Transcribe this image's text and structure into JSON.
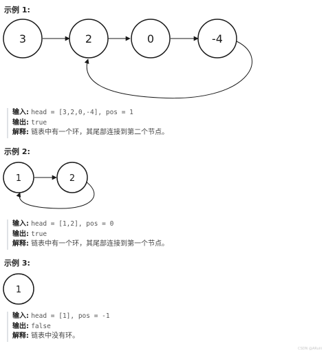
{
  "examples": [
    {
      "title": "示例 1:",
      "nodes": [
        "3",
        "2",
        "0",
        "-4"
      ],
      "input_label": "输入:",
      "input_value": "head = [3,2,0,-4], pos = 1",
      "output_label": "输出:",
      "output_value": "true",
      "explain_label": "解释:",
      "explain_value": "链表中有一个环，其尾部连接到第二个节点。"
    },
    {
      "title": "示例 2:",
      "nodes": [
        "1",
        "2"
      ],
      "input_label": "输入:",
      "input_value": "head = [1,2], pos = 0",
      "output_label": "输出:",
      "output_value": "true",
      "explain_label": "解释:",
      "explain_value": "链表中有一个环，其尾部连接到第一个节点。"
    },
    {
      "title": "示例 3:",
      "nodes": [
        "1"
      ],
      "input_label": "输入:",
      "input_value": "head = [1], pos = -1",
      "output_label": "输出:",
      "output_value": "false",
      "explain_label": "解释:",
      "explain_value": "链表中没有环。"
    }
  ],
  "watermark": "CSDN @ARuiii"
}
